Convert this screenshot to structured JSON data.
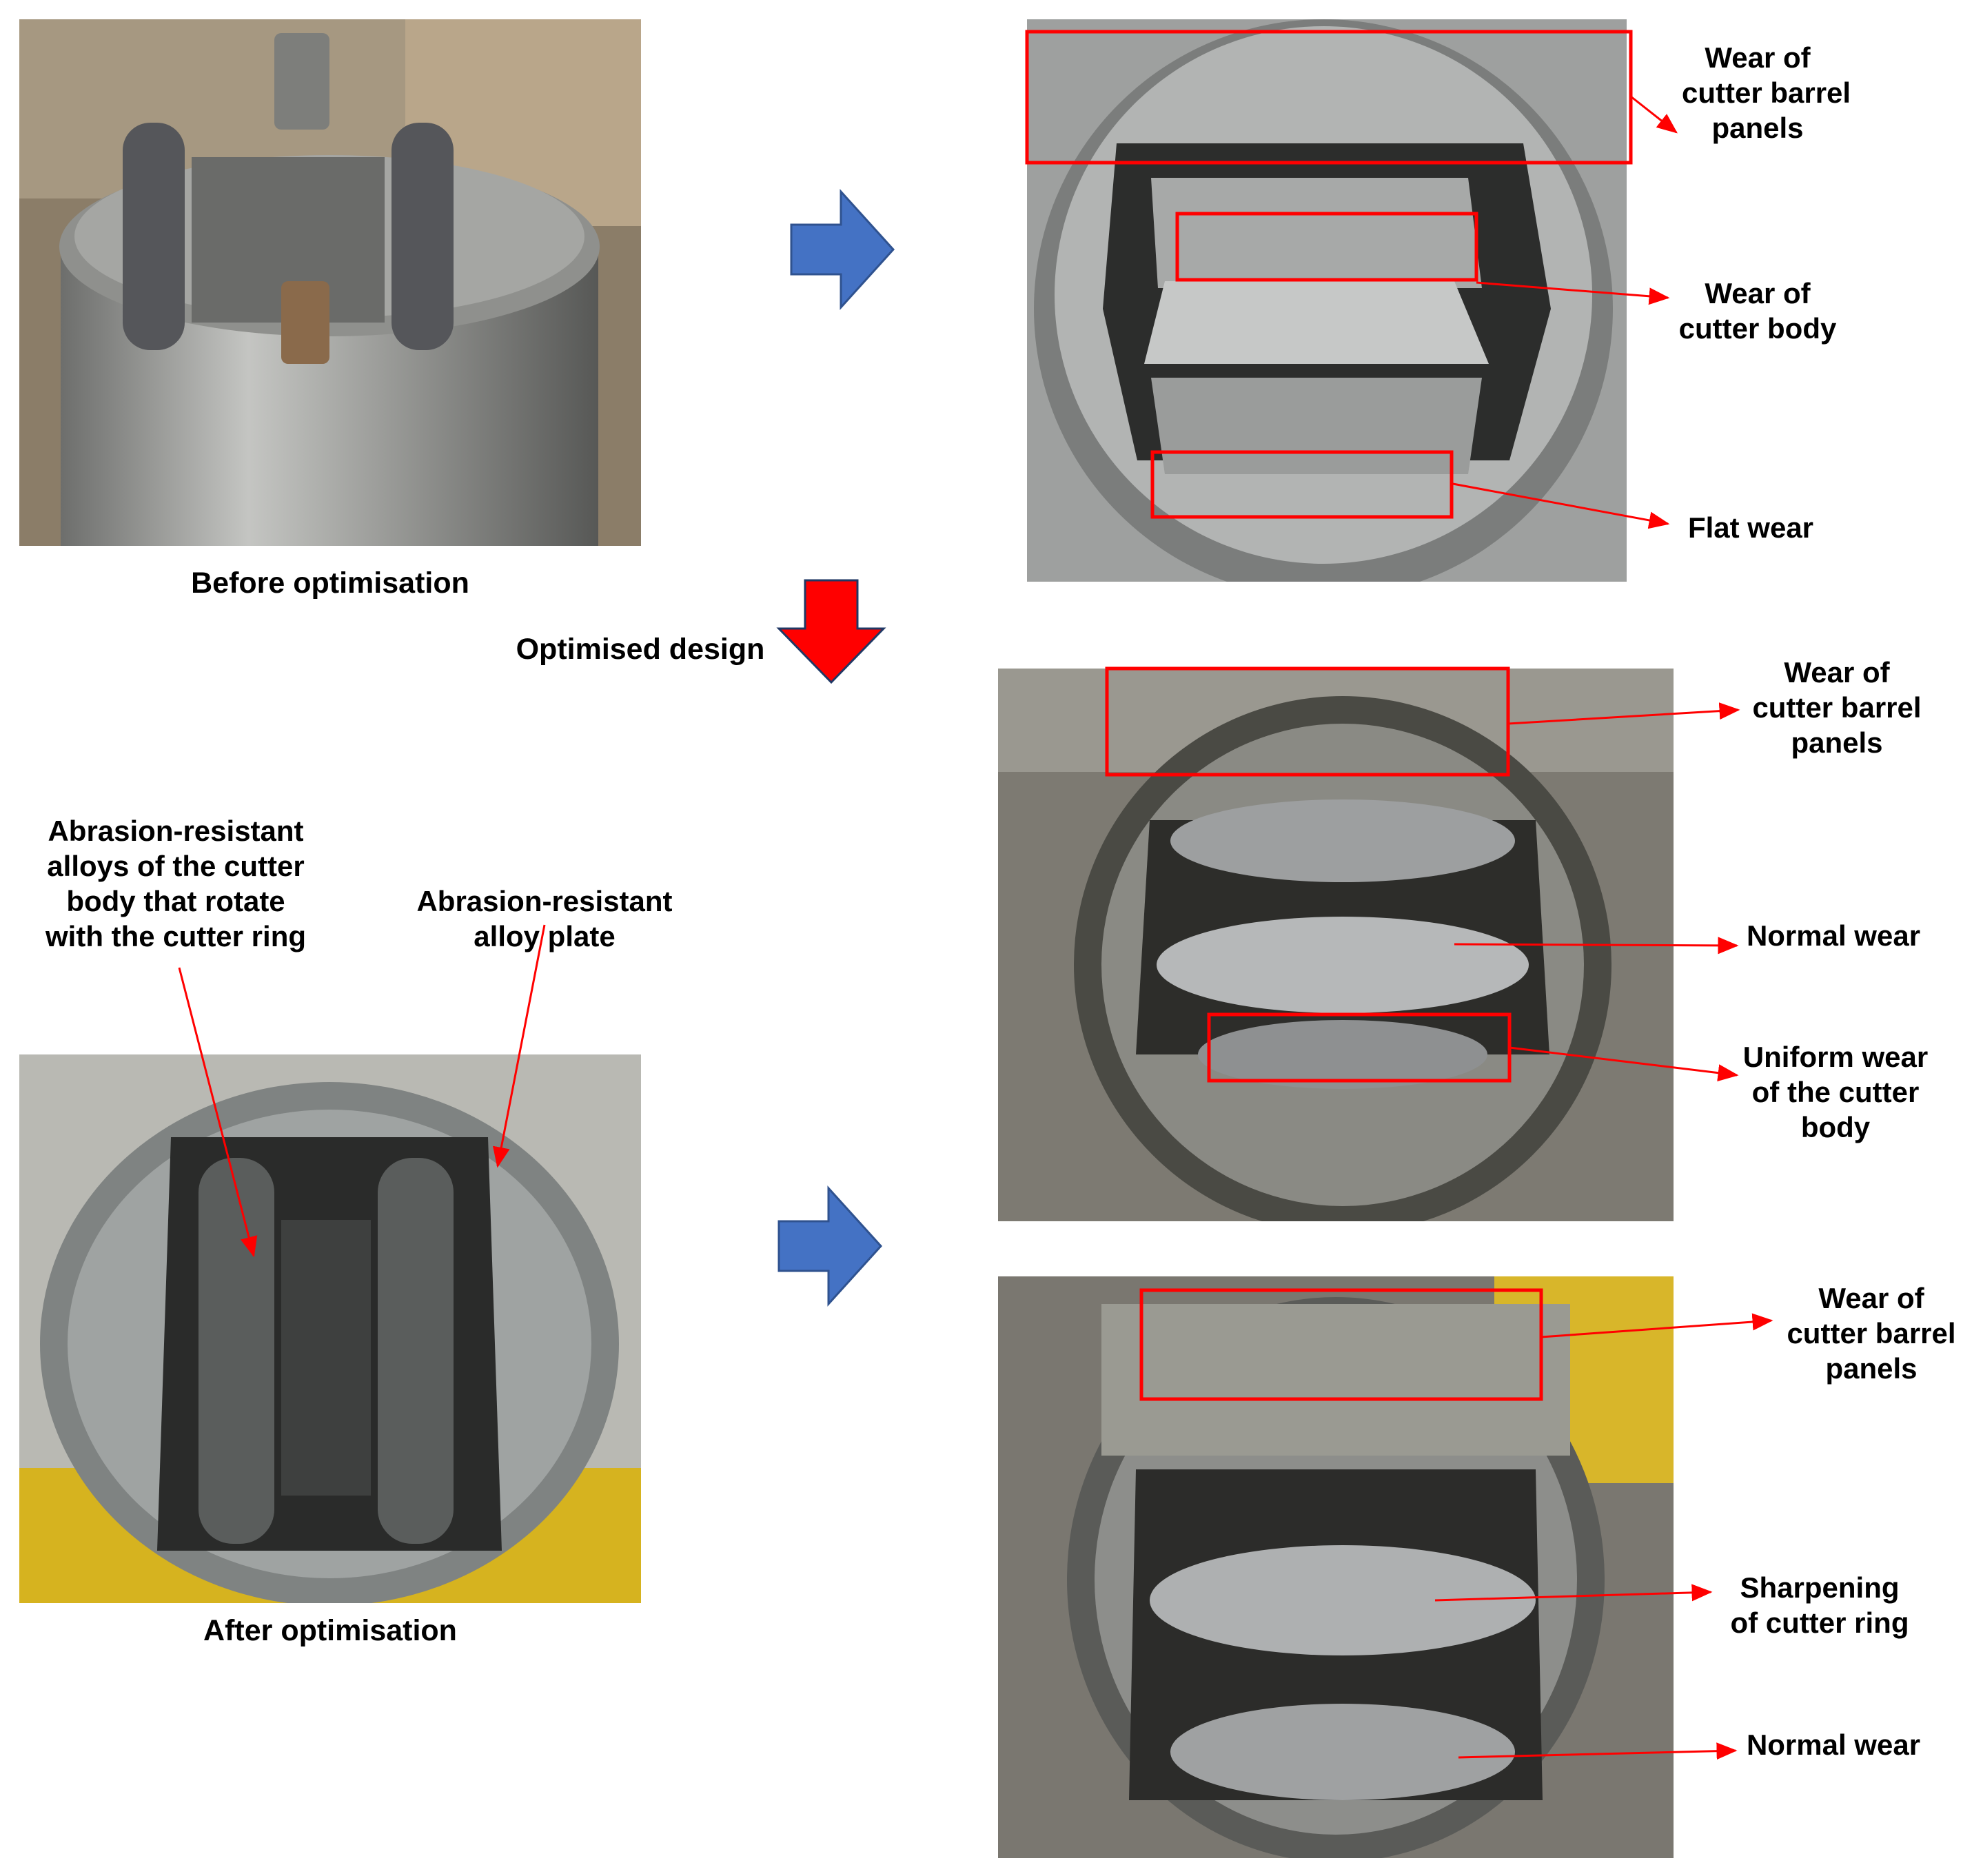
{
  "captions": {
    "before": "Before optimisation",
    "after": "After optimisation",
    "optimised": "Optimised design"
  },
  "callouts": {
    "top": {
      "barrel": "Wear of\ncutter barrel\npanels",
      "body": "Wear of\ncutter body",
      "flat": "Flat wear"
    },
    "mid": {
      "barrel": "Wear of\ncutter barrel\npanels",
      "normal": "Normal wear",
      "uniform": "Uniform wear\nof the cutter\nbody"
    },
    "bottom": {
      "barrel": "Wear of\ncutter barrel\npanels",
      "sharpen": "Sharpening\nof cutter ring",
      "normal": "Normal wear"
    },
    "left": {
      "alloys": "Abrasion-resistant\nalloys of the cutter\nbody that rotate\nwith the cutter ring",
      "plate": "Abrasion-resistant\nalloy plate"
    }
  },
  "colors": {
    "arrow_blue": "#4472C4",
    "arrow_red": "#FF0000",
    "callout_red": "#FF0000",
    "text": "#000000"
  },
  "icons": [
    "blue-right-arrow",
    "red-down-arrow"
  ]
}
